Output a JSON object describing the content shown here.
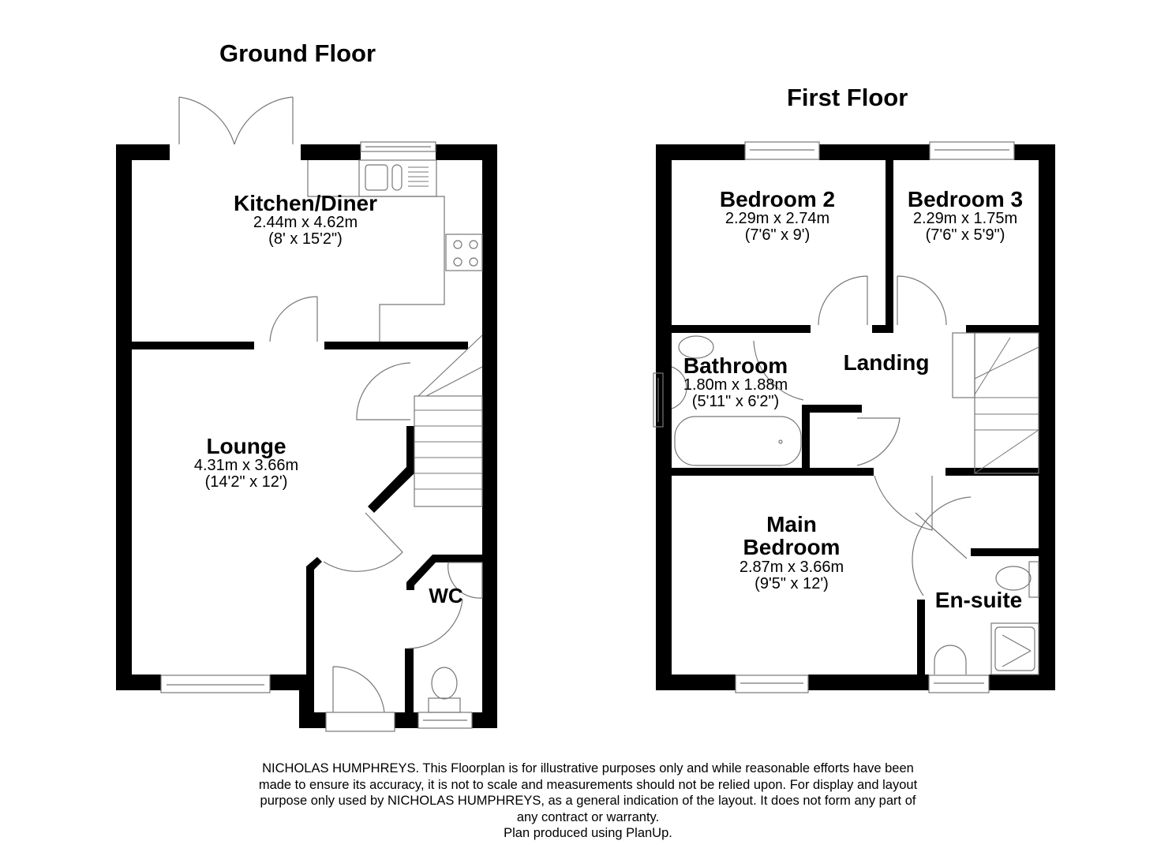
{
  "floors": [
    {
      "title": "Ground Floor",
      "rooms": [
        {
          "name": "Kitchen/Diner",
          "metric": "2.44m x 4.62m",
          "imperial": "(8' x 15'2\")"
        },
        {
          "name": "Lounge",
          "metric": "4.31m x 3.66m",
          "imperial": "(14'2\" x 12')"
        },
        {
          "name": "WC"
        }
      ]
    },
    {
      "title": "First Floor",
      "rooms": [
        {
          "name": "Bedroom 2",
          "metric": "2.29m x 2.74m",
          "imperial": "(7'6\" x 9')"
        },
        {
          "name": "Bedroom 3",
          "metric": "2.29m x 1.75m",
          "imperial": "(7'6\" x 5'9\")"
        },
        {
          "name": "Landing"
        },
        {
          "name": "Bathroom",
          "metric": "1.80m x 1.88m",
          "imperial": "(5'11\" x 6'2\")"
        },
        {
          "name": "Main",
          "name2": "Bedroom",
          "metric": "2.87m x 3.66m",
          "imperial": "(9'5\" x 12')"
        },
        {
          "name": "En-suite"
        }
      ]
    }
  ],
  "disclaimer": {
    "lines": [
      "NICHOLAS HUMPHREYS. This Floorplan is for illustrative purposes only and while reasonable efforts have been",
      "made to ensure its accuracy, it is not to scale and measurements should not be relied upon. For display and layout",
      "purpose only used by NICHOLAS HUMPHREYS, as a general indication of the layout. It does not form any part of",
      "any contract or warranty.",
      "Plan produced using PlanUp."
    ]
  },
  "colors": {
    "wall": "#000000",
    "fixture_line": "#777777",
    "background": "#ffffff"
  }
}
